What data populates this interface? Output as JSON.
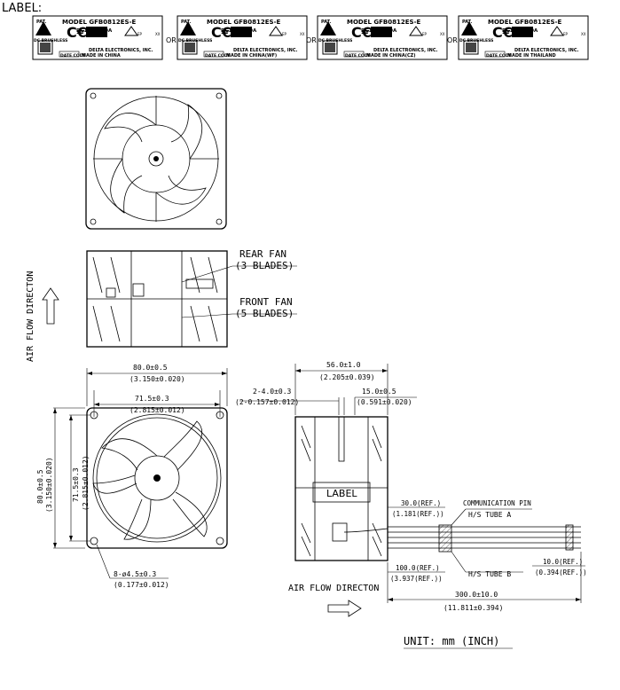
{
  "header": {
    "label_title": "LABEL:"
  },
  "labels": [
    {
      "pat": "PAT.",
      "model": "MODEL GFB0812ES-E",
      "rating": "DC12V  9.60A",
      "dc": "DC BRUSHLESS",
      "company": "DELTA ELECTRONICS, INC.",
      "date": "DATE CODE",
      "origin": "MADE IN CHINA",
      "xx": "XX",
      "ep": "EP"
    },
    {
      "pat": "PAT.",
      "model": "MODEL GFB0812ES-E",
      "rating": "DC12V  9.60A",
      "dc": "DC BRUSHLESS",
      "company": "DELTA ELECTRONICS, INC.",
      "date": "DATE CODE",
      "origin": "MADE IN CHINA(WF)",
      "xx": "XX",
      "ep": "EP"
    },
    {
      "pat": "PAT.",
      "model": "MODEL GFB0812ES-E",
      "rating": "DC12V  9.60A",
      "dc": "DC BRUSHLESS",
      "company": "DELTA ELECTRONICS, INC.",
      "date": "DATE CODE",
      "origin": "MADE IN CHINA(CZ)",
      "xx": "XX",
      "ep": "EP"
    },
    {
      "pat": "PAT.",
      "model": "MODEL GFB0812ES-E",
      "rating": "DC12V  9.60A",
      "dc": "DC BRUSHLESS",
      "company": "DELTA ELECTRONICS, INC.",
      "date": "DATE CODE",
      "origin": "MADE IN THAILAND",
      "xx": "XX",
      "ep": "EP"
    }
  ],
  "or_text": "OR",
  "side": {
    "air_flow": "AIR FLOW DIRECTON",
    "rear_fan": "REAR FAN",
    "rear_blades": "(3 BLADES)",
    "front_fan": "FRONT FAN",
    "front_blades": "(5 BLADES)"
  },
  "front_dims": {
    "width_mm": "80.0±0.5",
    "width_in": "(3.150±0.020)",
    "hole_mm": "71.5±0.3",
    "hole_in": "(2.815±0.012)",
    "height_mm": "80.0±0.5",
    "height_in": "(3.150±0.020)",
    "hole_v_mm": "71.5±0.3",
    "hole_v_in": "(2.815±0.012)",
    "mount_mm": "8-ø4.5±0.3",
    "mount_in": "(0.177±0.012)"
  },
  "side_dims": {
    "depth_mm": "56.0±1.0",
    "depth_in": "(2.205±0.039)",
    "dia_mm": "2-4.0±0.3",
    "dia_in": "(2-0.157±0.012)",
    "offset_mm": "15.0±0.5",
    "offset_in": "(0.591±0.020)",
    "label_box": "LABEL",
    "comm_pin": "COMMUNICATION PIN",
    "tube_a": "H/S TUBE A",
    "tube_b": "H/S TUBE B",
    "ref30_mm": "30.0(REF.)",
    "ref30_in": "(1.181(REF.))",
    "ref100_mm": "100.0(REF.)",
    "ref100_in": "(3.937(REF.))",
    "ref10_mm": "10.0(REF.)",
    "ref10_in": "(0.394(REF.))",
    "len_mm": "300.0±10.0",
    "len_in": "(11.811±0.394)",
    "air_flow": "AIR FLOW DIRECTON"
  },
  "unit": "UNIT: mm (INCH)"
}
